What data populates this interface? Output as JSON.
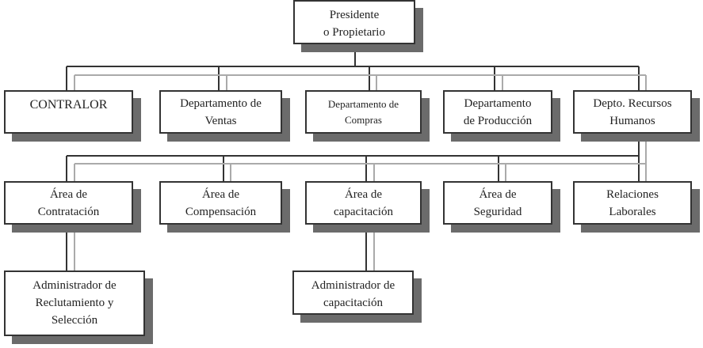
{
  "top": {
    "label": "Presidente\no Propietario"
  },
  "departments": [
    {
      "label": "CONTRALOR"
    },
    {
      "label": "Departamento de\nVentas"
    },
    {
      "label": "Departamento de\nCompras"
    },
    {
      "label": "Departamento\nde Producción"
    },
    {
      "label": "Depto. Recursos\nHumanos"
    }
  ],
  "areas": [
    {
      "label": "Área de\nContratación"
    },
    {
      "label": "Área de\nCompensación"
    },
    {
      "label": "Área de\ncapacitación"
    },
    {
      "label": "Área de\nSeguridad"
    },
    {
      "label": "Relaciones\nLaborales"
    }
  ],
  "admins": [
    {
      "label": "Administrador de\nReclutamiento y\nSelección"
    },
    {
      "label": "Administrador de\ncapacitación"
    }
  ]
}
